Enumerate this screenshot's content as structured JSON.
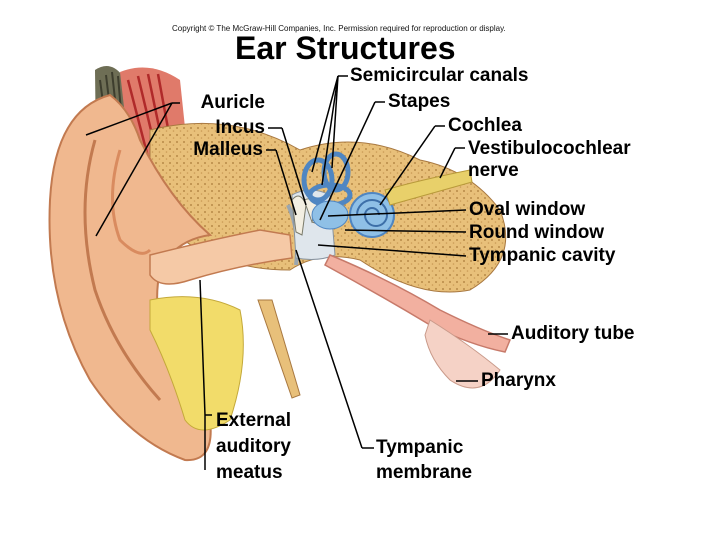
{
  "copyright": "Copyright © The McGraw-Hill Companies, Inc. Permission required for reproduction or display.",
  "title": "Ear Structures",
  "labels": {
    "semicircular_canals": "Semicircular canals",
    "stapes": "Stapes",
    "cochlea": "Cochlea",
    "vestibulocochlear_1": "Vestibulocochlear",
    "vestibulocochlear_2": "nerve",
    "oval_window": "Oval window",
    "round_window": "Round window",
    "tympanic_cavity": "Tympanic cavity",
    "auditory_tube": "Auditory tube",
    "pharynx": "Pharynx",
    "auricle": "Auricle",
    "incus": "Incus",
    "malleus": "Malleus",
    "external_1": "External",
    "external_2": "auditory",
    "external_3": "meatus",
    "tympanic_membrane_1": "Tympanic",
    "tympanic_membrane_2": "membrane"
  },
  "colors": {
    "skin": "#f0b88f",
    "skin_dark": "#d98b5f",
    "bone": "#e8c07a",
    "bone_dot": "#b88a48",
    "inner_ear": "#8fc0e6",
    "inner_ear_dark": "#4f86c2",
    "fat": "#f2dc6a",
    "muscle": "#c83a3a",
    "hair": "#5a5a44",
    "line": "#000000"
  }
}
